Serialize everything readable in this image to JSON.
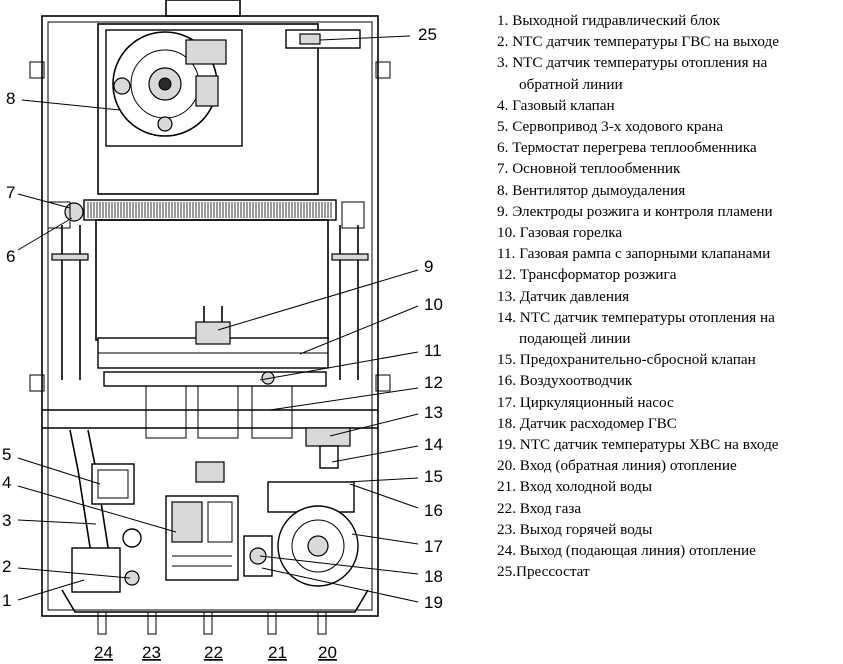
{
  "callouts": [
    "1",
    "2",
    "3",
    "4",
    "5",
    "6",
    "7",
    "8",
    "9",
    "10",
    "11",
    "12",
    "13",
    "14",
    "15",
    "16",
    "17",
    "18",
    "19",
    "20",
    "21",
    "22",
    "23",
    "24",
    "25"
  ],
  "bottom_callouts": [
    "24",
    "23",
    "22",
    "21",
    "20"
  ],
  "legend": [
    {
      "num": "1.",
      "text": "Выходной гидравлический блок"
    },
    {
      "num": "2.",
      "text": "NTC датчик температуры ГВС на выходе"
    },
    {
      "num": "3.",
      "text": "NTC датчик температуры отопления на",
      "cont": "обратной линии"
    },
    {
      "num": "4.",
      "text": "Газовый клапан"
    },
    {
      "num": "5.",
      "text": "Сервопривод 3-х ходового крана"
    },
    {
      "num": "6.",
      "text": "Термостат перегрева теплообменника"
    },
    {
      "num": "7.",
      "text": "Основной теплообменник"
    },
    {
      "num": "8.",
      "text": "Вентилятор дымоудаления"
    },
    {
      "num": "9.",
      "text": "Электроды розжига и контроля пламени"
    },
    {
      "num": "10.",
      "text": "Газовая горелка"
    },
    {
      "num": "11.",
      "text": "Газовая рампа с запорными клапанами"
    },
    {
      "num": "12.",
      "text": "Трансформатор розжига"
    },
    {
      "num": "13.",
      "text": "Датчик давления"
    },
    {
      "num": "14.",
      "text": "NTC датчик температуры отопления на",
      "cont": "подающей линии"
    },
    {
      "num": "15.",
      "text": "Предохранительно-сбросной клапан"
    },
    {
      "num": "16.",
      "text": "Воздухоотводчик"
    },
    {
      "num": "17.",
      "text": "Циркуляционный насос"
    },
    {
      "num": "18.",
      "text": "Датчик расходомер ГВС"
    },
    {
      "num": "19.",
      "text": "NTC датчик температуры ХВС на входе"
    },
    {
      "num": "20.",
      "text": "Вход (обратная линия) отопление"
    },
    {
      "num": "21.",
      "text": "Вход холодной воды"
    },
    {
      "num": "22.",
      "text": "Вход газа"
    },
    {
      "num": "23.",
      "text": "Выход горячей воды"
    },
    {
      "num": "24.",
      "text": "Выход (подающая линия) отопление"
    },
    {
      "num": "25.",
      "text": "Прессостат",
      "nospace": true
    }
  ]
}
